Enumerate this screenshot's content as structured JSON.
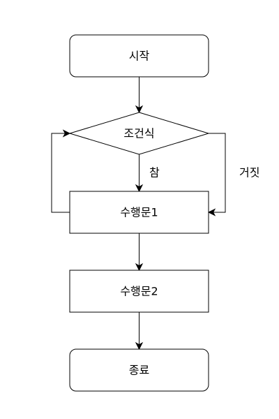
{
  "nodes": {
    "start": "시작",
    "condition": "조건식",
    "statement1": "수행문1",
    "statement2": "수행문2",
    "end": "종료"
  },
  "edge_labels": {
    "true": "참",
    "false": "거짓"
  }
}
